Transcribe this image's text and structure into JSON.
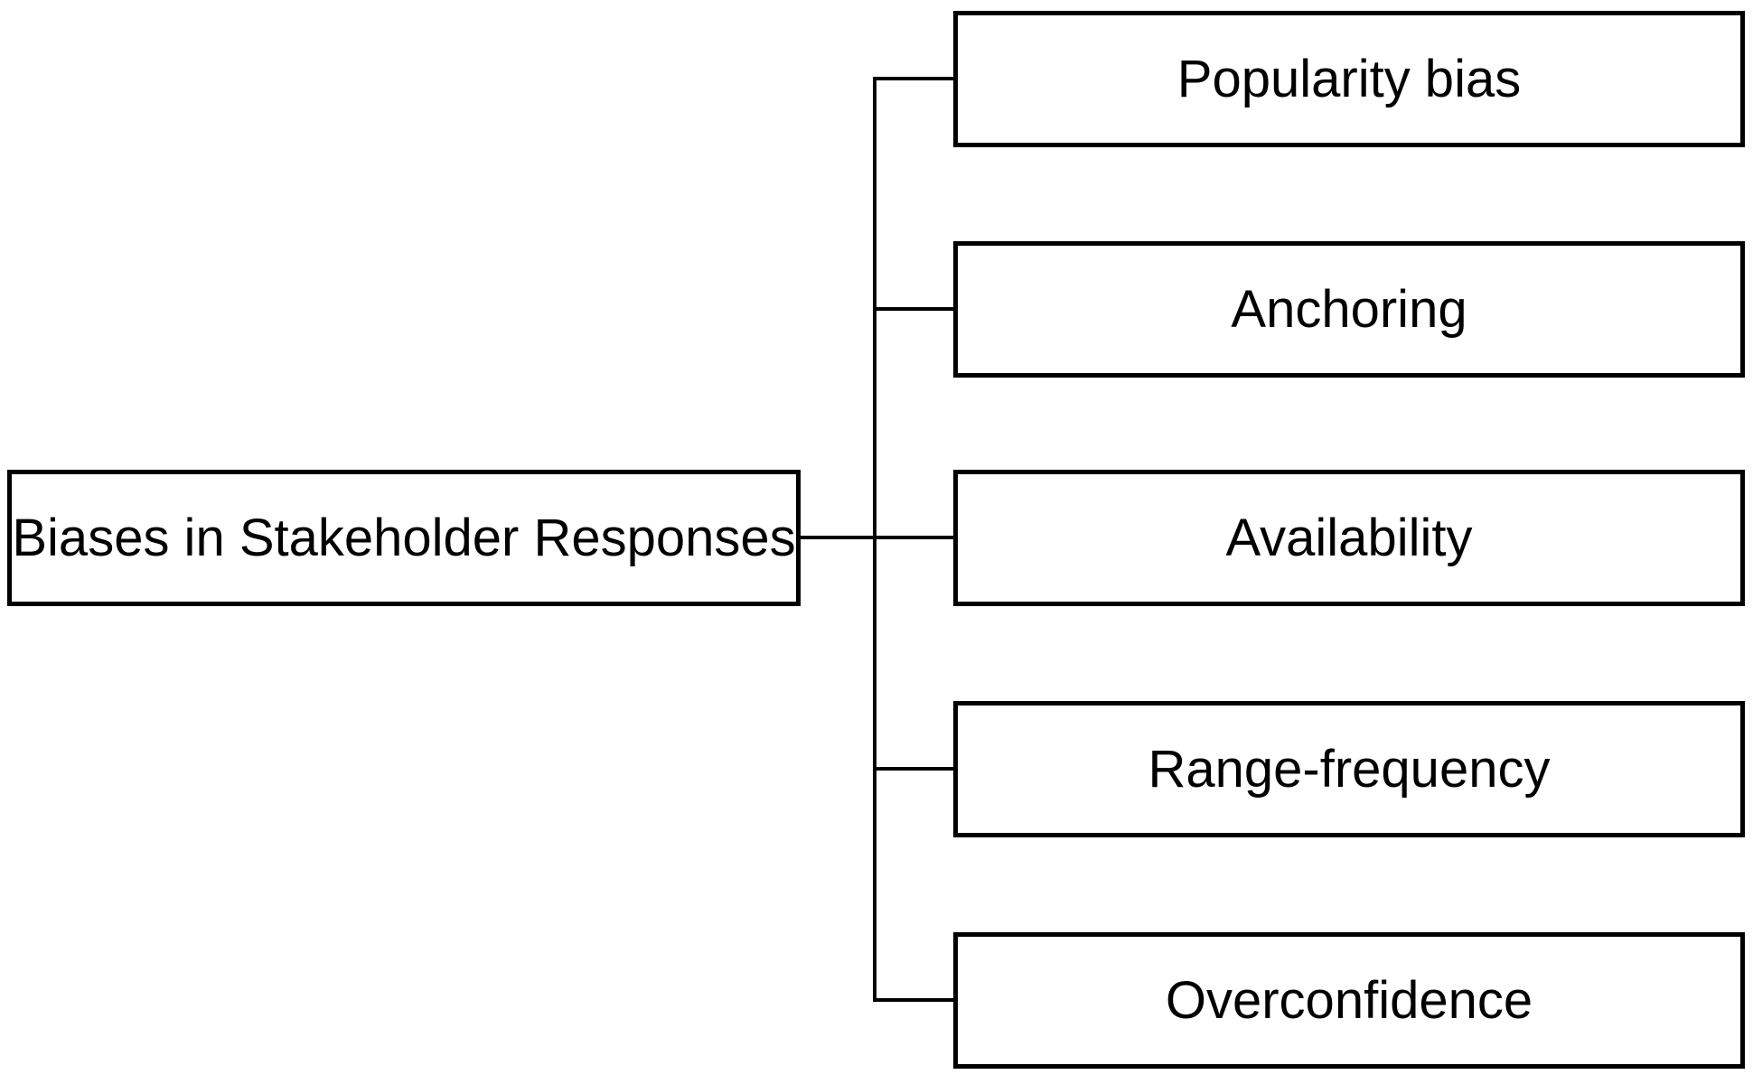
{
  "diagram": {
    "type": "tree",
    "background_color": "#ffffff",
    "line_color": "#000000",
    "box_border_color": "#000000",
    "text_color": "#000000",
    "root": {
      "label": "Biases in Stakeholder Responses"
    },
    "children": [
      {
        "label": "Popularity bias"
      },
      {
        "label": "Anchoring"
      },
      {
        "label": "Availability"
      },
      {
        "label": "Range-frequency"
      },
      {
        "label": "Overconfidence"
      }
    ]
  }
}
